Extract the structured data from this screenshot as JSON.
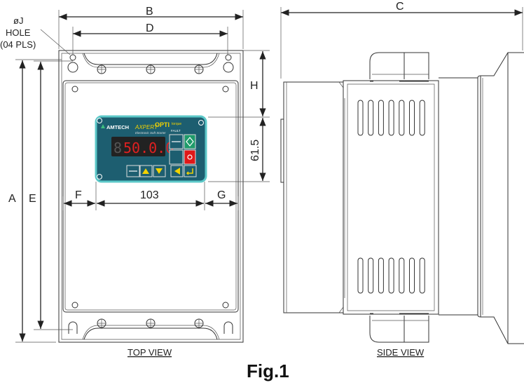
{
  "dimensions": {
    "A": "A",
    "B": "B",
    "C": "C",
    "D": "D",
    "E": "E",
    "F": "F",
    "G": "G",
    "H": "H",
    "width_103": "103",
    "height_61_5": "61.5"
  },
  "hole_note": {
    "line1": "øJ",
    "line2": "HOLE",
    "line3": "(04 PLS)"
  },
  "keypad": {
    "brand": "AMTECH",
    "product": "AXPERT",
    "product2": "OPTI",
    "suffix": "torque",
    "subtitle": "Electronic Soft Starter",
    "fault_label": "FAULT",
    "display_dim": "8",
    "display_value": "50.0.0"
  },
  "views": {
    "top": "TOP VIEW",
    "side": "SIDE VIEW"
  },
  "figure_label": "Fig.1",
  "colors": {
    "panel": "#1d5e70",
    "panel_border": "#5cc8c8",
    "display": "#e02020",
    "key_yellow": "#f2d200",
    "start": "#1e9b6a",
    "stop": "#e01818"
  }
}
